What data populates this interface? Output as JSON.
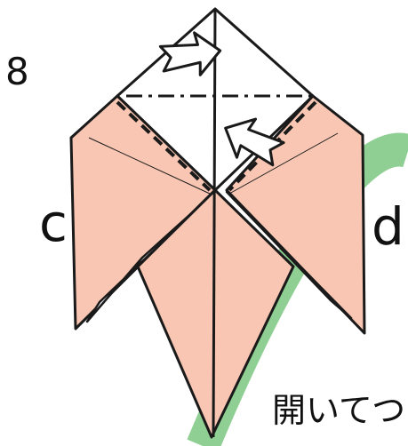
{
  "step_number": "8",
  "corner_labels": {
    "left": "c",
    "right": "d"
  },
  "caption": "開いてつ",
  "colors": {
    "paper_front": "#f8c6b2",
    "paper_back": "#ffffff",
    "outline": "#1a1a1a",
    "stem": "#8fcf93"
  },
  "icons": [
    "push-arrow-icon",
    "push-arrow-icon"
  ]
}
